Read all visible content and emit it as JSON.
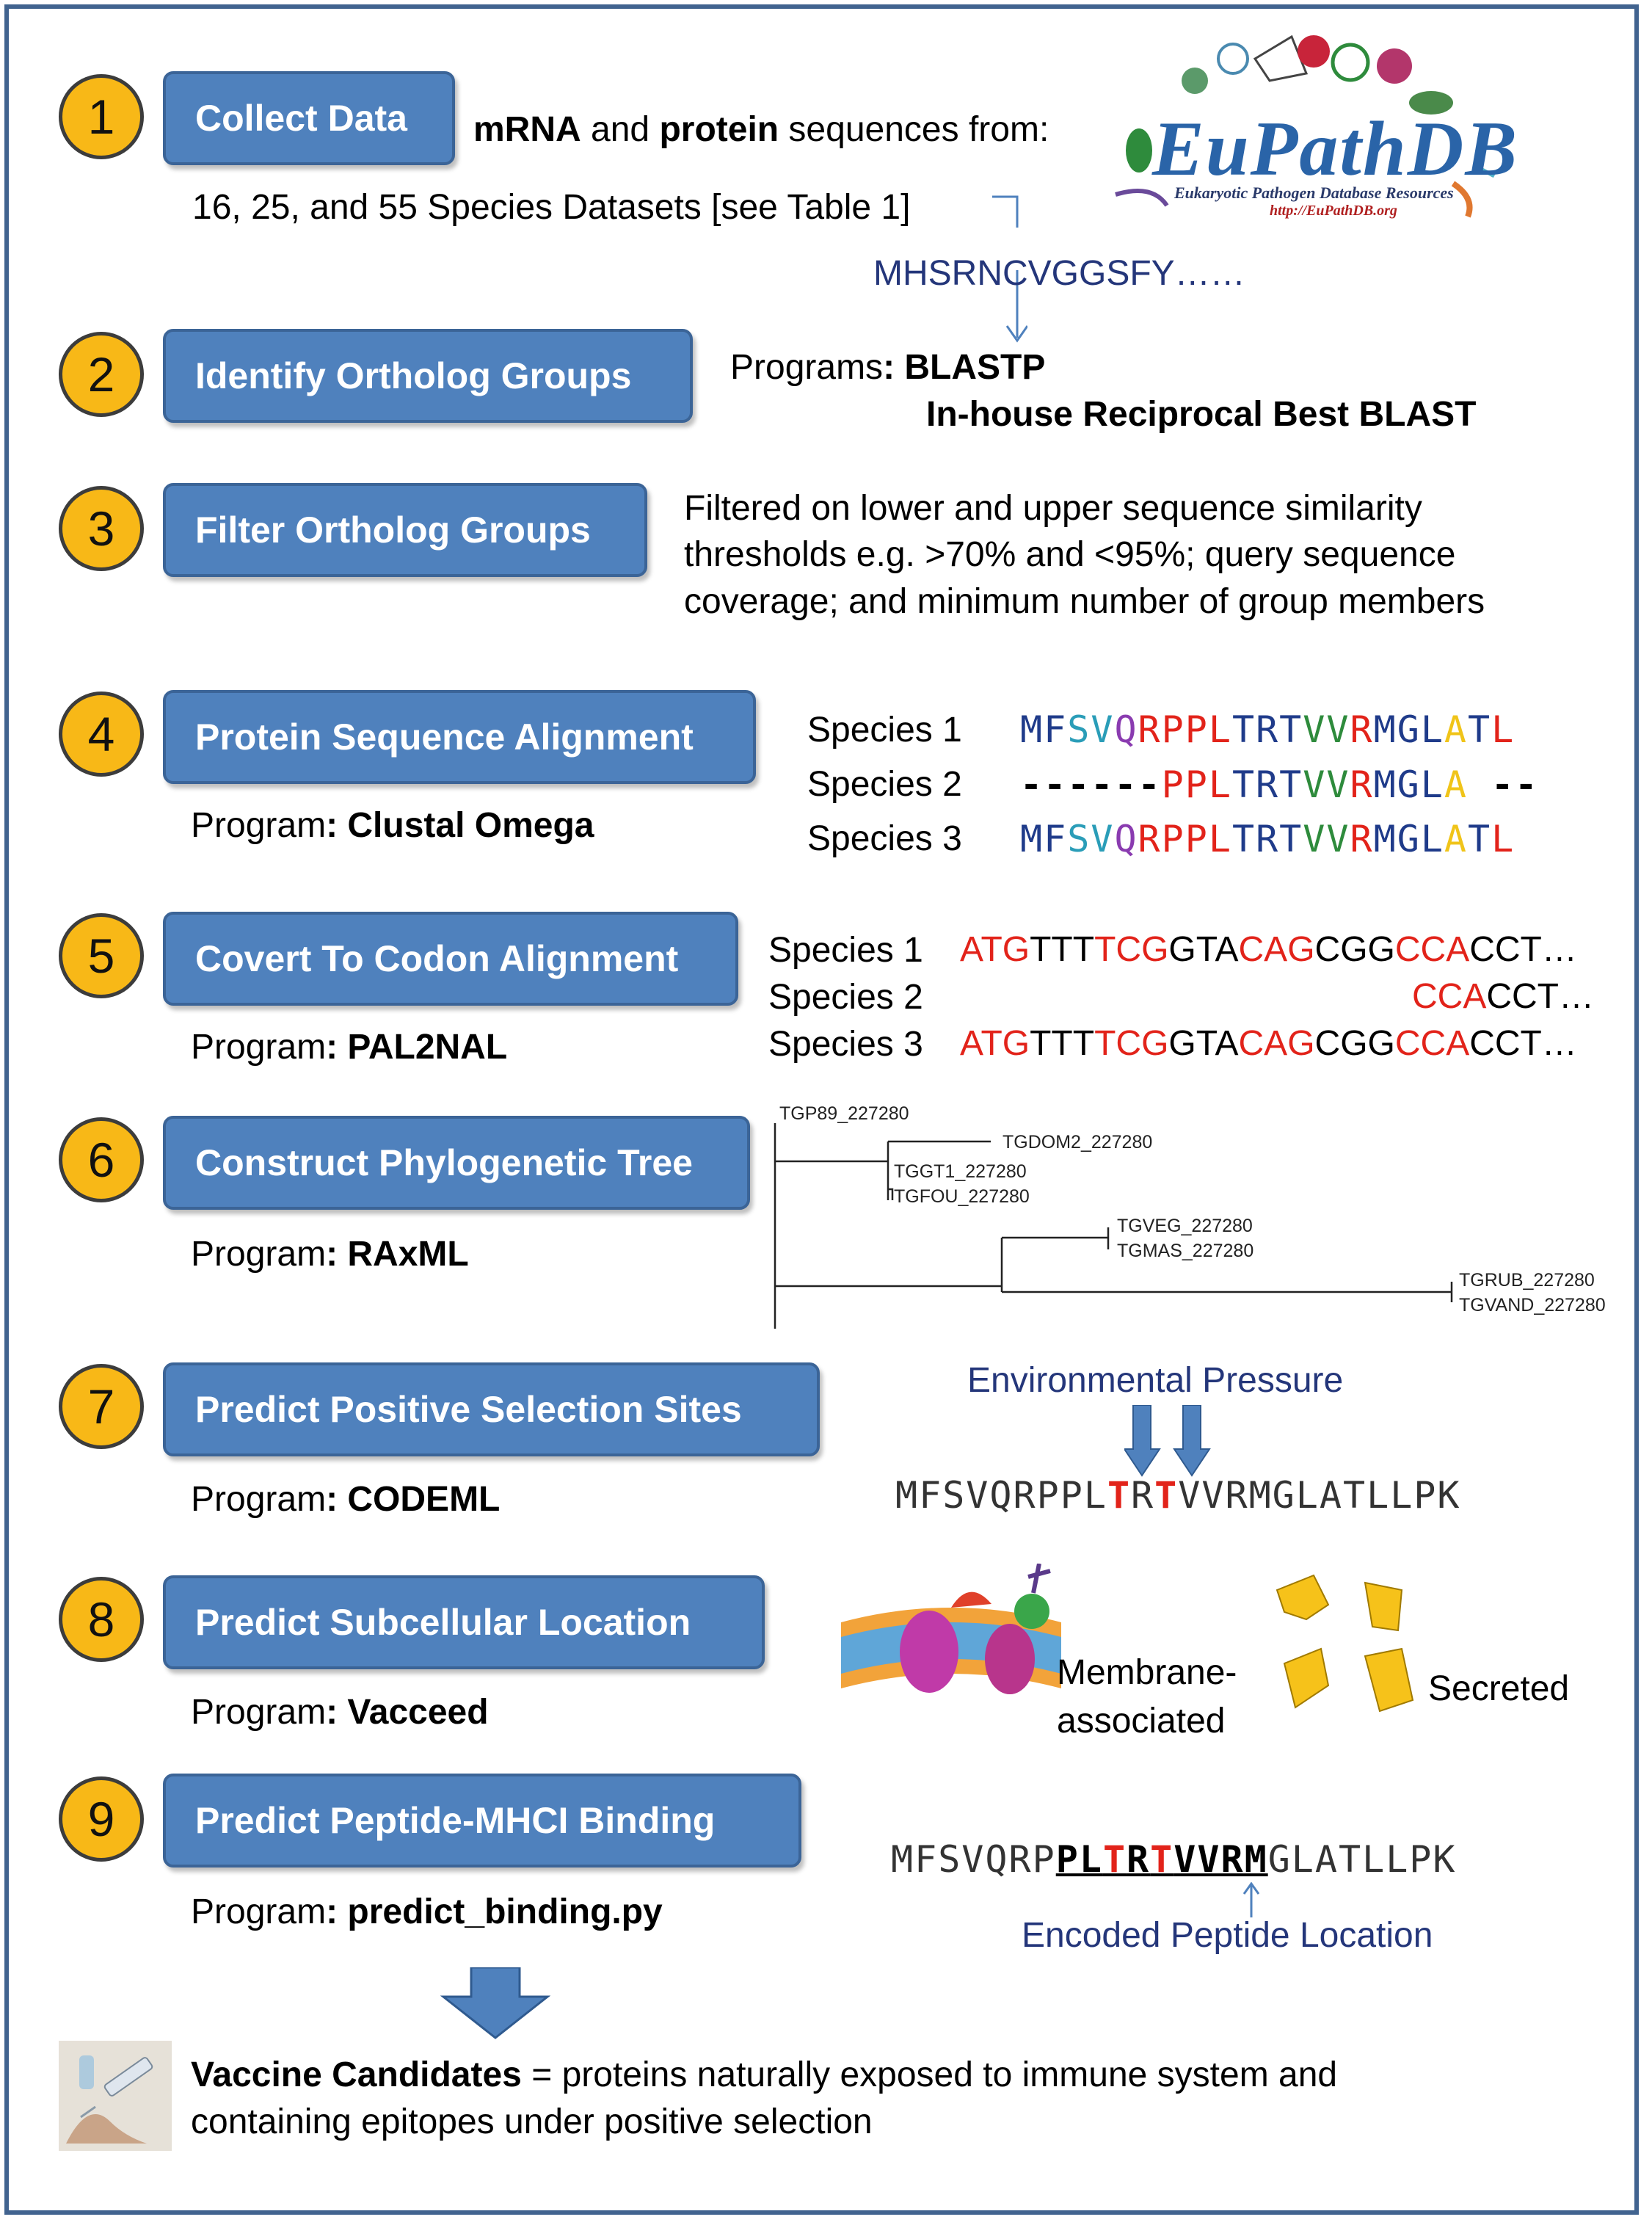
{
  "steps": [
    {
      "num": "1",
      "label": "Collect Data"
    },
    {
      "num": "2",
      "label": "Identify Ortholog Groups"
    },
    {
      "num": "3",
      "label": "Filter Ortholog Groups"
    },
    {
      "num": "4",
      "label": "Protein Sequence Alignment"
    },
    {
      "num": "5",
      "label": "Covert To Codon Alignment"
    },
    {
      "num": "6",
      "label": "Construct Phylogenetic Tree"
    },
    {
      "num": "7",
      "label": "Predict  Positive Selection Sites"
    },
    {
      "num": "8",
      "label": "Predict  Subcellular Location"
    },
    {
      "num": "9",
      "label": "Predict  Peptide-MHCI  Binding"
    }
  ],
  "step1": {
    "mrna": "mRNA",
    "and": " and ",
    "protein": "protein",
    "from": " sequences from:",
    "datasets": "16, 25, and 55 Species Datasets [see Table 1]",
    "sequence": "MHSRNCVGGSFY……"
  },
  "logo": {
    "name": "EuPathDB",
    "tagline": "Eukaryotic Pathogen Database Resources",
    "url": "http://EuPathDB.org"
  },
  "step2": {
    "programs_label": "Programs",
    "program1": ": BLASTP",
    "program2": "In-house Reciprocal Best BLAST"
  },
  "step3": {
    "lines": [
      "Filtered on lower and upper sequence similarity",
      "thresholds e.g. >70% and <95%; query sequence",
      "coverage; and minimum number of group members"
    ]
  },
  "program_label": "Program",
  "step4": {
    "program": ": Clustal Omega",
    "species": [
      "Species 1",
      "Species 2",
      "Species 3"
    ],
    "gap_left": "------",
    "gap_right": "--"
  },
  "step5": {
    "program": ": PAL2NAL",
    "species": [
      "Species 1",
      "Species 2",
      "Species 3"
    ],
    "codons_full": [
      "ATG",
      "TTT",
      "TCG",
      "GTA",
      "CAG",
      "CGG",
      "CCA",
      "CCT…"
    ],
    "codons_partial": [
      "CCA",
      "CCT…"
    ]
  },
  "step6": {
    "program": ": RAxML",
    "leaves": [
      "TGP89_227280",
      "TGDOM2_227280",
      "TGGT1_227280",
      "TGFOU_227280",
      "TGVEG_227280",
      "TGMAS_227280",
      "TGRUB_227280",
      "TGVAND_227280"
    ]
  },
  "step7": {
    "program": ": CODEML",
    "pressure": "Environmental Pressure",
    "seq_a": "MFSVQRPPL",
    "seq_t1": "T",
    "seq_b": "R",
    "seq_t2": "T",
    "seq_c": "VVRMGLATLLPK"
  },
  "step8": {
    "program": ": Vacceed",
    "membrane": [
      "Membrane-",
      "associated"
    ],
    "secreted": "Secreted"
  },
  "step9": {
    "program": ": predict_binding.py",
    "seq_a": "MFSVQRP",
    "pep1": "PL",
    "t1": "T",
    "pep2": "R",
    "t2": "T",
    "pep3": "VVRM",
    "seq_c": "GLATLLPK",
    "encoded": "Encoded Peptide Location"
  },
  "final": {
    "bold": "Vaccine Candidates",
    "line1": " = proteins naturally exposed to immune system and",
    "line2": "containing epitopes under positive selection"
  },
  "colors": {
    "frame": "#41638f",
    "step_button": "#4f81bd",
    "circle": "#f8b817",
    "accent_red": "#e2231a",
    "navy_text": "#24367a"
  }
}
